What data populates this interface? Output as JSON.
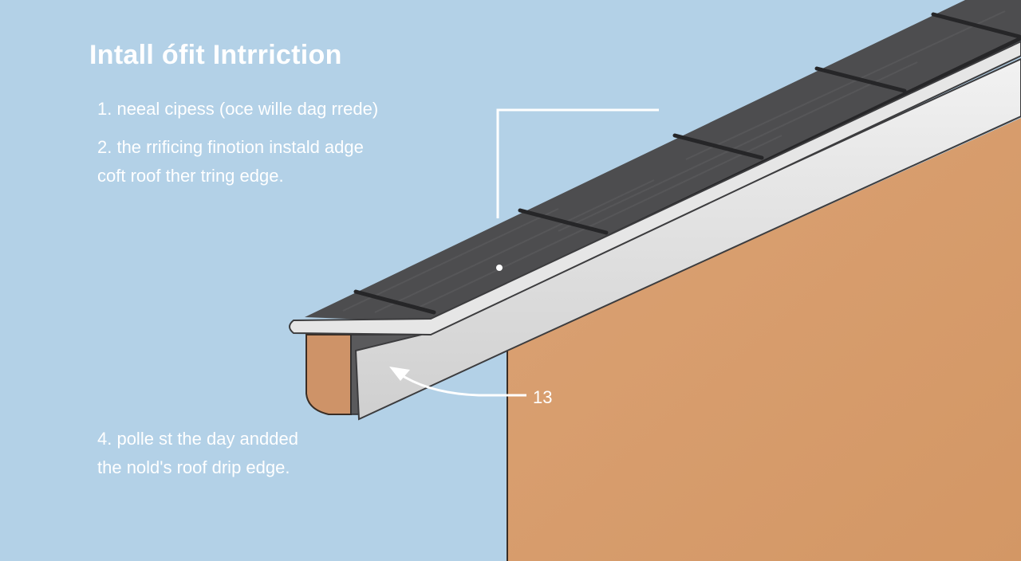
{
  "title": "Intall ófit Intrriction",
  "steps": {
    "step1": "1. neeal cipess (oce wille dag rrede)",
    "step2_line1": "2. the rrificing finotion instald adge",
    "step2_line2": "coft roof ther tring edge.",
    "step4_line1": "4. polle st the day andded",
    "step4_line2": "the nold's roof drip edge."
  },
  "callout": {
    "label": "13"
  },
  "colors": {
    "sky": "#b3d1e7",
    "wall": "#d9a071",
    "shingle": "#4d4d4f",
    "shingle_seam": "#262628",
    "drip_edge": "#e6e6e6",
    "fascia": "#ce9368",
    "annotation": "#ffffff"
  }
}
